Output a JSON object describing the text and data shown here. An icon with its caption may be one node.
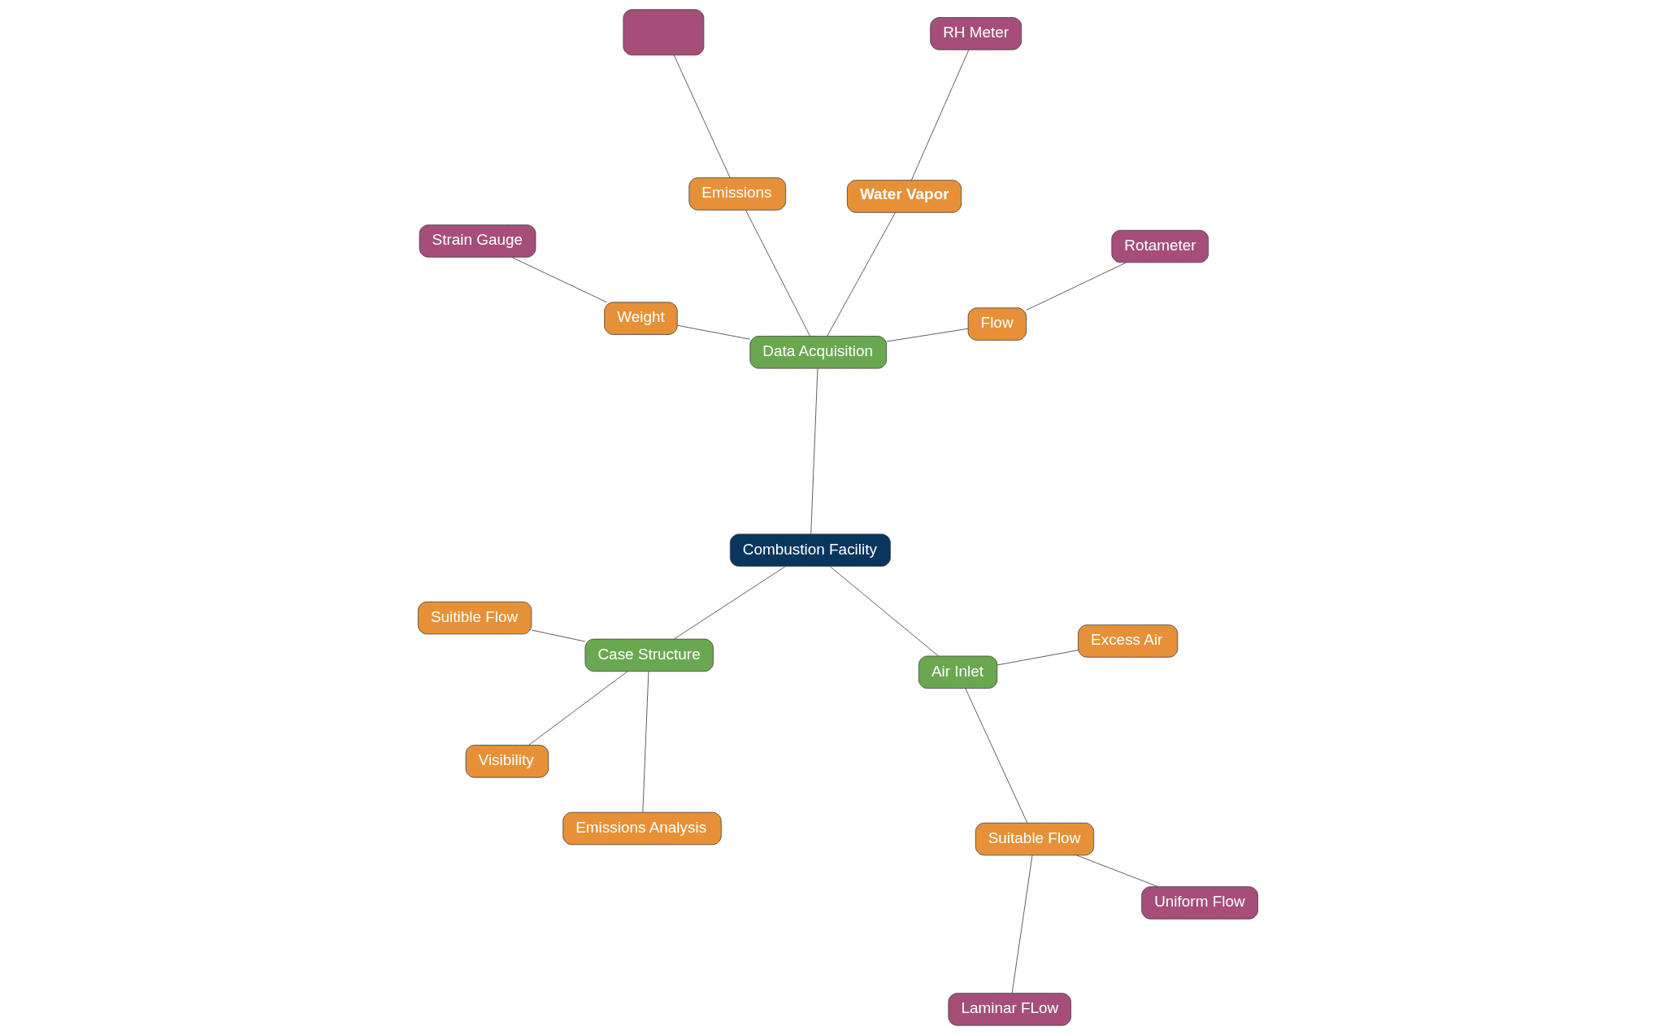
{
  "diagram": {
    "nodes": [
      {
        "text": [
          "Combustion Facility"
        ]
      },
      {
        "text": [
          "Case Structure"
        ]
      },
      {
        "text": [
          "Air Inlet"
        ]
      },
      {
        "text": [
          "Data Acquisition"
        ]
      },
      {
        "text": [
          "Emissions Analysis"
        ]
      },
      {
        "text": [
          "Suitible Flow"
        ]
      },
      {
        "text": [
          "Visibility"
        ]
      },
      {
        "text": [
          "Excess Air"
        ]
      },
      {
        "text": [
          "Laminar FLow"
        ]
      },
      {
        "text": [
          "Suitable Flow"
        ]
      },
      {
        "text": [
          "Uniform Flow"
        ]
      },
      {
        "text": [],
        "shape": "box"
      },
      {
        "text": [
          "Emissions"
        ]
      },
      {
        "text": [
          "Flow"
        ]
      },
      {
        "text": [
          "Rotameter"
        ]
      },
      {
        "text": [
          "Weight"
        ]
      },
      {
        "text": [
          "Water Vapor"
        ]
      },
      {
        "text": [
          "Strain Gauge"
        ]
      },
      {
        "text": [
          "RH Meter"
        ]
      }
    ],
    "edges": [
      {
        "from": 0,
        "to": 1,
        "arrow": "none"
      },
      {
        "from": 0,
        "to": 2,
        "arrow": "none"
      },
      {
        "from": 0,
        "to": 3,
        "arrow": "none"
      },
      {
        "from": 1,
        "to": 4,
        "arrow": "none"
      },
      {
        "from": 1,
        "to": 5,
        "arrow": "none"
      },
      {
        "from": 1,
        "to": 6,
        "arrow": "none"
      },
      {
        "from": 2,
        "to": 7,
        "arrow": "none"
      },
      {
        "from": 2,
        "to": 9,
        "arrow": "none"
      },
      {
        "from": 9,
        "to": 8,
        "arrow": "none"
      },
      {
        "from": 9,
        "to": 10,
        "arrow": "none"
      },
      {
        "from": 3,
        "to": 12,
        "arrow": "none"
      },
      {
        "from": 12,
        "to": 11,
        "arrow": "none"
      },
      {
        "from": 3,
        "to": 13,
        "arrow": "none"
      },
      {
        "from": 13,
        "to": 14,
        "arrow": "none"
      },
      {
        "from": 3,
        "to": 15,
        "arrow": "none"
      },
      {
        "from": 3,
        "to": 16,
        "arrow": "none"
      },
      {
        "from": 15,
        "to": 17,
        "arrow": "none"
      },
      {
        "from": 16,
        "to": 18,
        "arrow": "none"
      }
    ]
  }
}
